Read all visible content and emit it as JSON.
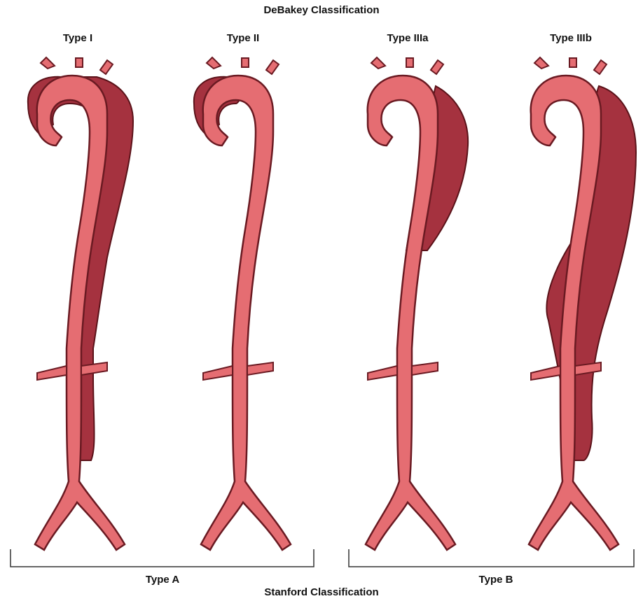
{
  "title_top": "DeBakey Classification",
  "title_bottom": "Stanford Classification",
  "types": [
    "Type I",
    "Type II",
    "Type IIIa",
    "Type IIIb"
  ],
  "groups": [
    "Type A",
    "Type B"
  ],
  "colors": {
    "aorta_fill": "#e56d72",
    "aorta_outline": "#6a1a22",
    "dissection_fill": "#a5323f",
    "bracket": "#333333"
  }
}
